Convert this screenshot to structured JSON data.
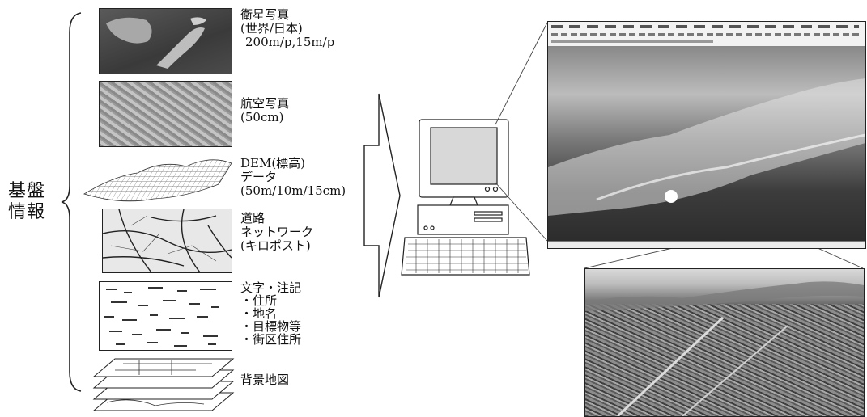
{
  "group_label": [
    "基盤",
    "情報"
  ],
  "layers": [
    {
      "id": "satellite",
      "lines": [
        "衛星写真",
        "(世界/日本)",
        "200m/p,15m/p"
      ]
    },
    {
      "id": "aerial",
      "lines": [
        "航空写真",
        "(50cm)"
      ]
    },
    {
      "id": "dem",
      "lines": [
        "DEM(標高)",
        "データ",
        "(50m/10m/15cm)"
      ]
    },
    {
      "id": "road",
      "lines": [
        "道路",
        "ネットワーク",
        "(キロポスト)"
      ]
    },
    {
      "id": "annotation",
      "lines": [
        "文字・注記",
        "・住所",
        "・地名",
        "・目標物等",
        "・街区住所"
      ]
    },
    {
      "id": "background",
      "lines": [
        "背景地図"
      ]
    }
  ]
}
